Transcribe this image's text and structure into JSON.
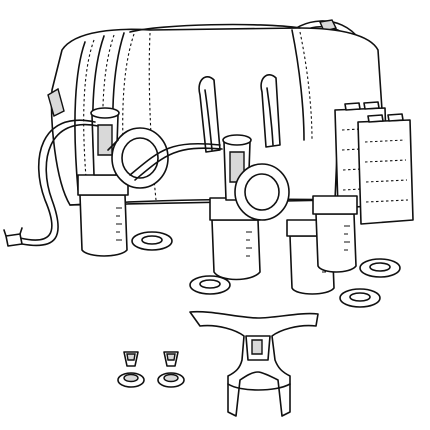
{
  "image": {
    "kind": "line-art product illustration",
    "stroke_color": "#111111",
    "background_color": "#ffffff",
    "shading_color": "#d9d9d9"
  },
  "components": [
    {
      "id": "carry-bag",
      "icon": "bag-icon"
    },
    {
      "id": "tubing",
      "icon": "tube-icon"
    },
    {
      "id": "breast-shield",
      "icon": "funnel-icon",
      "count": 2
    },
    {
      "id": "collection-bottle",
      "icon": "bottle-icon",
      "count": 4
    },
    {
      "id": "cooler-ice-pack",
      "icon": "ice-pack-icon",
      "count": 2
    },
    {
      "id": "bottle-lid-disc",
      "icon": "disc-icon",
      "count": 5
    },
    {
      "id": "valve",
      "icon": "valve-icon",
      "count": 2
    },
    {
      "id": "membrane-ring",
      "icon": "ring-icon",
      "count": 2
    },
    {
      "id": "hands-free-bustier-clip",
      "icon": "clip-icon"
    }
  ]
}
